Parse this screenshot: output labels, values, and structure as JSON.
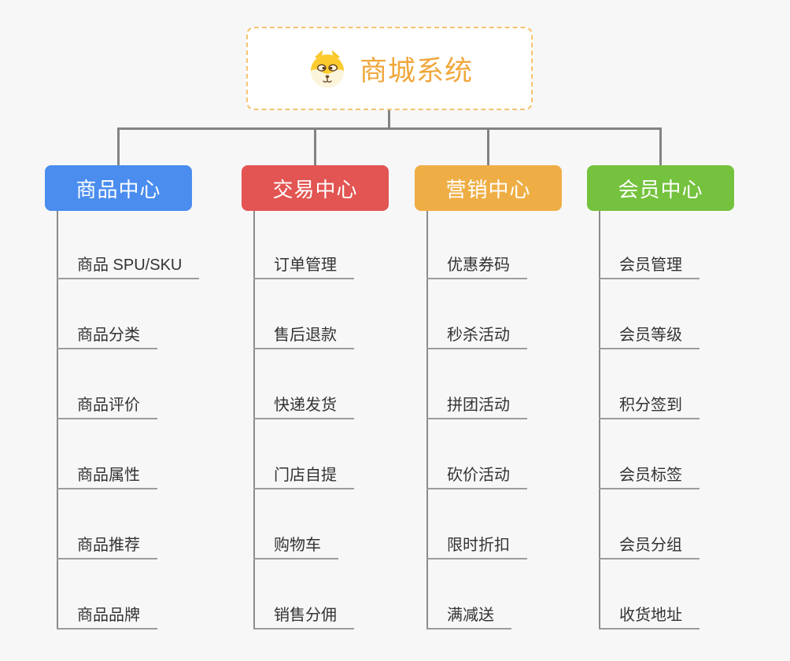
{
  "page": {
    "background": "#f7f7f7",
    "connector_color": "#838383",
    "underline_color": "#9c9c9c"
  },
  "root": {
    "title": "商城系统",
    "icon": "dog-face-icon",
    "text_color": "#f0a73c",
    "border_color": "#f5c46e"
  },
  "branches": [
    {
      "label": "商品中心",
      "color": "#4a8def",
      "children": [
        "商品 SPU/SKU",
        "商品分类",
        "商品评价",
        "商品属性",
        "商品推荐",
        "商品品牌"
      ]
    },
    {
      "label": "交易中心",
      "color": "#e25552",
      "children": [
        "订单管理",
        "售后退款",
        "快递发货",
        "门店自提",
        "购物车",
        "销售分佣"
      ]
    },
    {
      "label": "营销中心",
      "color": "#efae45",
      "children": [
        "优惠券码",
        "秒杀活动",
        "拼团活动",
        "砍价活动",
        "限时折扣",
        "满减送"
      ]
    },
    {
      "label": "会员中心",
      "color": "#74c23e",
      "children": [
        "会员管理",
        "会员等级",
        "积分签到",
        "会员标签",
        "会员分组",
        "收货地址"
      ]
    }
  ]
}
